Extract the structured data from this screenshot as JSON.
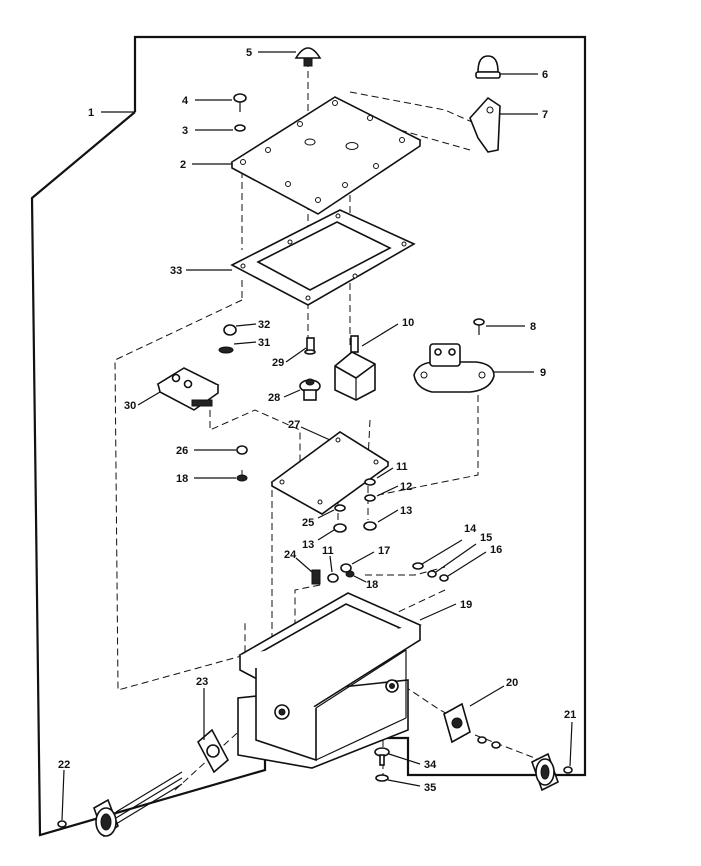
{
  "callouts": {
    "c1": "1",
    "c2": "2",
    "c3": "3",
    "c4": "4",
    "c5": "5",
    "c6": "6",
    "c7": "7",
    "c8": "8",
    "c9": "9",
    "c10": "10",
    "c11a": "11",
    "c11b": "11",
    "c12": "12",
    "c13a": "13",
    "c13b": "13",
    "c14": "14",
    "c15": "15",
    "c16": "16",
    "c17": "17",
    "c18a": "18",
    "c18b": "18",
    "c19": "19",
    "c20": "20",
    "c21": "21",
    "c22": "22",
    "c23": "23",
    "c24": "24",
    "c25": "25",
    "c26": "26",
    "c27": "27",
    "c28": "28",
    "c29": "29",
    "c30": "30",
    "c31": "31",
    "c32": "32",
    "c33": "33",
    "c34": "34",
    "c35": "35"
  }
}
